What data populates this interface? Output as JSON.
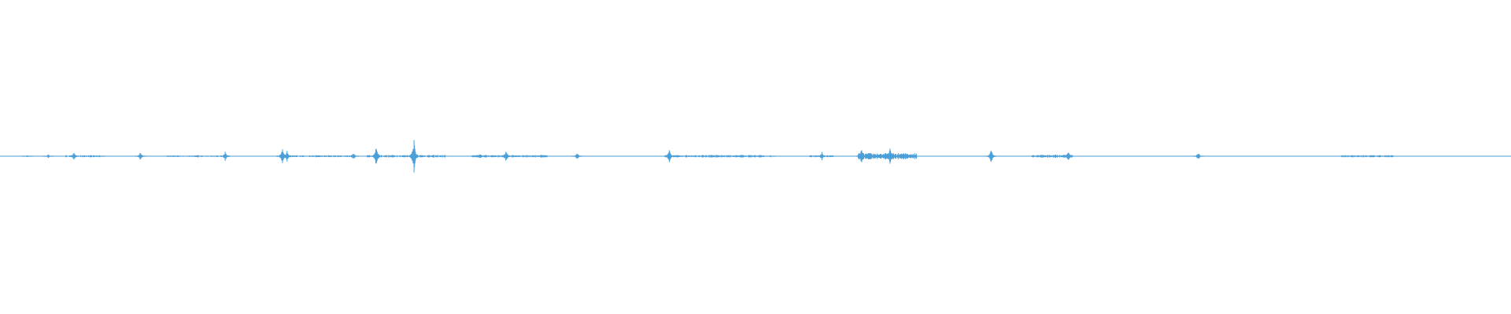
{
  "waveform": {
    "color": "#4a9fd8",
    "background": "#ffffff",
    "bursts": [
      {
        "t": 0.018,
        "amp": 0.03
      },
      {
        "t": 0.032,
        "amp": 0.06
      },
      {
        "t": 0.049,
        "amp": 0.15
      },
      {
        "t": 0.066,
        "amp": 0.04
      },
      {
        "t": 0.093,
        "amp": 0.15
      },
      {
        "t": 0.115,
        "amp": 0.04
      },
      {
        "t": 0.131,
        "amp": 0.04
      },
      {
        "t": 0.149,
        "amp": 0.15
      },
      {
        "t": 0.187,
        "amp": 0.28
      },
      {
        "t": 0.19,
        "amp": 0.18
      },
      {
        "t": 0.21,
        "amp": 0.03
      },
      {
        "t": 0.234,
        "amp": 0.12
      },
      {
        "t": 0.249,
        "amp": 0.33
      },
      {
        "t": 0.274,
        "amp": 0.55
      },
      {
        "t": 0.318,
        "amp": 0.1
      },
      {
        "t": 0.335,
        "amp": 0.22
      },
      {
        "t": 0.358,
        "amp": 0.05
      },
      {
        "t": 0.382,
        "amp": 0.12
      },
      {
        "t": 0.443,
        "amp": 0.22
      },
      {
        "t": 0.465,
        "amp": 0.05
      },
      {
        "t": 0.491,
        "amp": 0.07
      },
      {
        "t": 0.51,
        "amp": 0.03
      },
      {
        "t": 0.544,
        "amp": 0.15
      },
      {
        "t": 0.57,
        "amp": 0.28
      },
      {
        "t": 0.575,
        "amp": 0.1
      },
      {
        "t": 0.589,
        "amp": 0.25
      },
      {
        "t": 0.6,
        "amp": 0.1
      },
      {
        "t": 0.656,
        "amp": 0.25
      },
      {
        "t": 0.69,
        "amp": 0.07
      },
      {
        "t": 0.707,
        "amp": 0.2
      },
      {
        "t": 0.793,
        "amp": 0.12
      },
      {
        "t": 0.895,
        "amp": 0.04
      }
    ],
    "dense_regions": [
      {
        "start": 0.043,
        "end": 0.066,
        "amp": 0.03
      },
      {
        "start": 0.11,
        "end": 0.152,
        "amp": 0.025
      },
      {
        "start": 0.183,
        "end": 0.235,
        "amp": 0.03
      },
      {
        "start": 0.243,
        "end": 0.295,
        "amp": 0.04
      },
      {
        "start": 0.312,
        "end": 0.362,
        "amp": 0.04
      },
      {
        "start": 0.44,
        "end": 0.506,
        "amp": 0.04
      },
      {
        "start": 0.536,
        "end": 0.552,
        "amp": 0.03
      },
      {
        "start": 0.568,
        "end": 0.607,
        "amp": 0.1
      },
      {
        "start": 0.683,
        "end": 0.71,
        "amp": 0.05
      },
      {
        "start": 0.888,
        "end": 0.922,
        "amp": 0.035
      }
    ]
  }
}
